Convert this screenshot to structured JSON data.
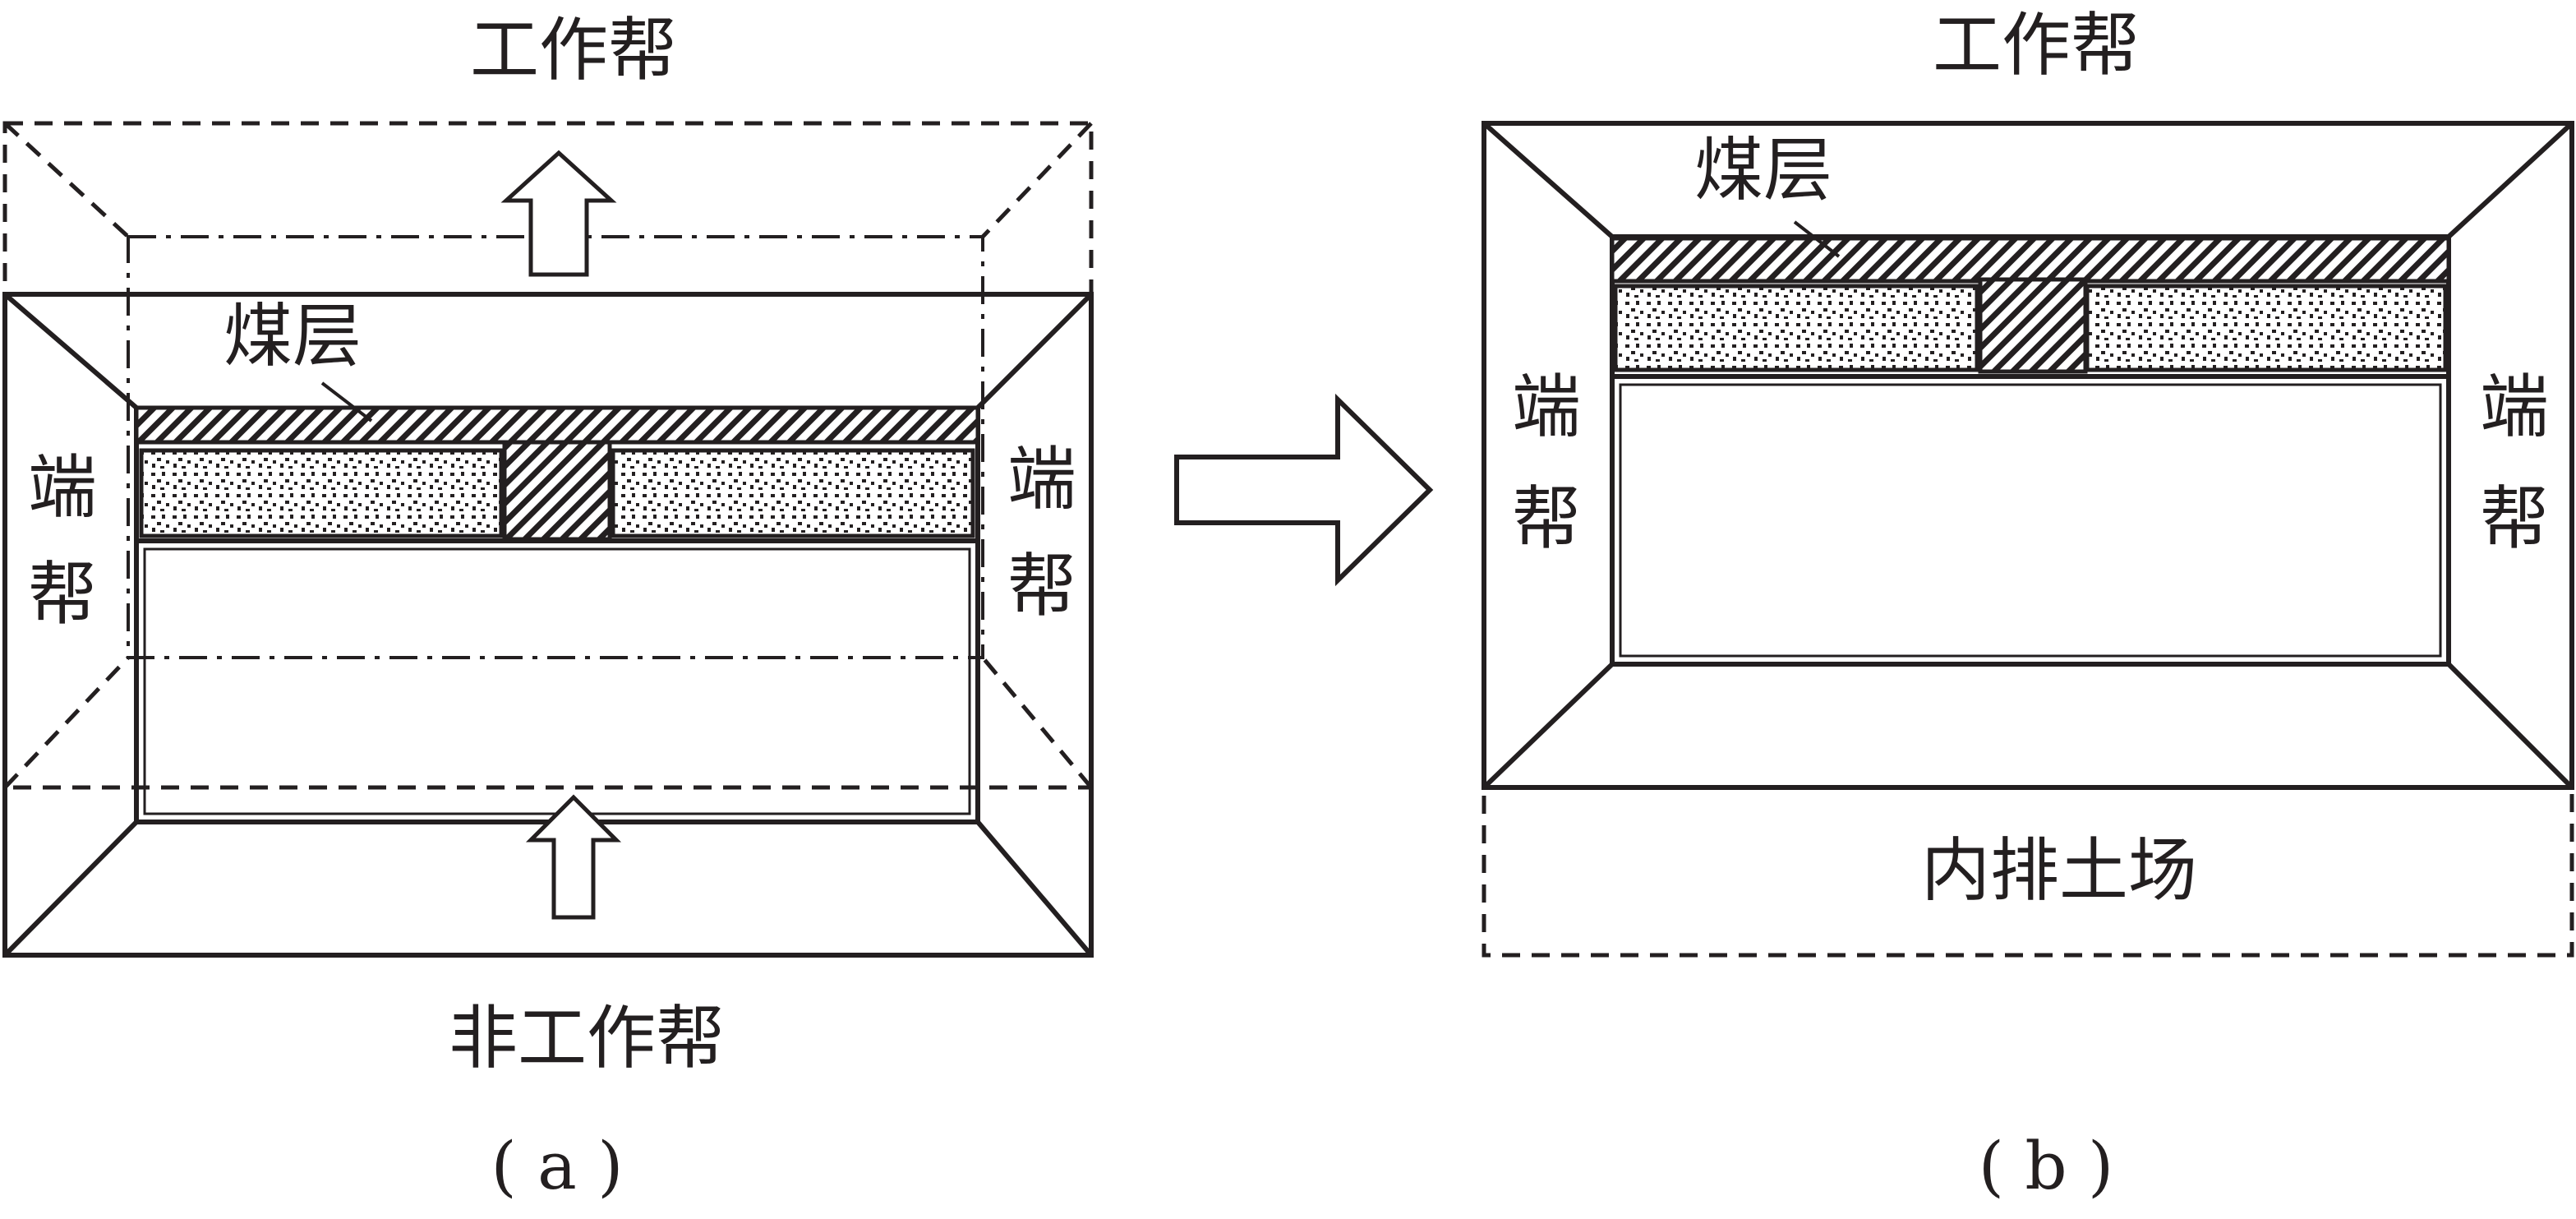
{
  "panel_a": {
    "top_label": "工作帮",
    "bottom_label": "非工作帮",
    "seam_label": "煤层",
    "left_label": [
      "端",
      "帮"
    ],
    "right_label": [
      "端",
      "帮"
    ],
    "caption": "( a )"
  },
  "panel_b": {
    "top_label": "工作帮",
    "seam_label": "煤层",
    "left_label": [
      "端",
      "帮"
    ],
    "right_label": [
      "端",
      "帮"
    ],
    "dump_label": "内排土场",
    "caption": "( b )"
  },
  "colors": {
    "line": "#231f20",
    "background": "#ffffff"
  }
}
